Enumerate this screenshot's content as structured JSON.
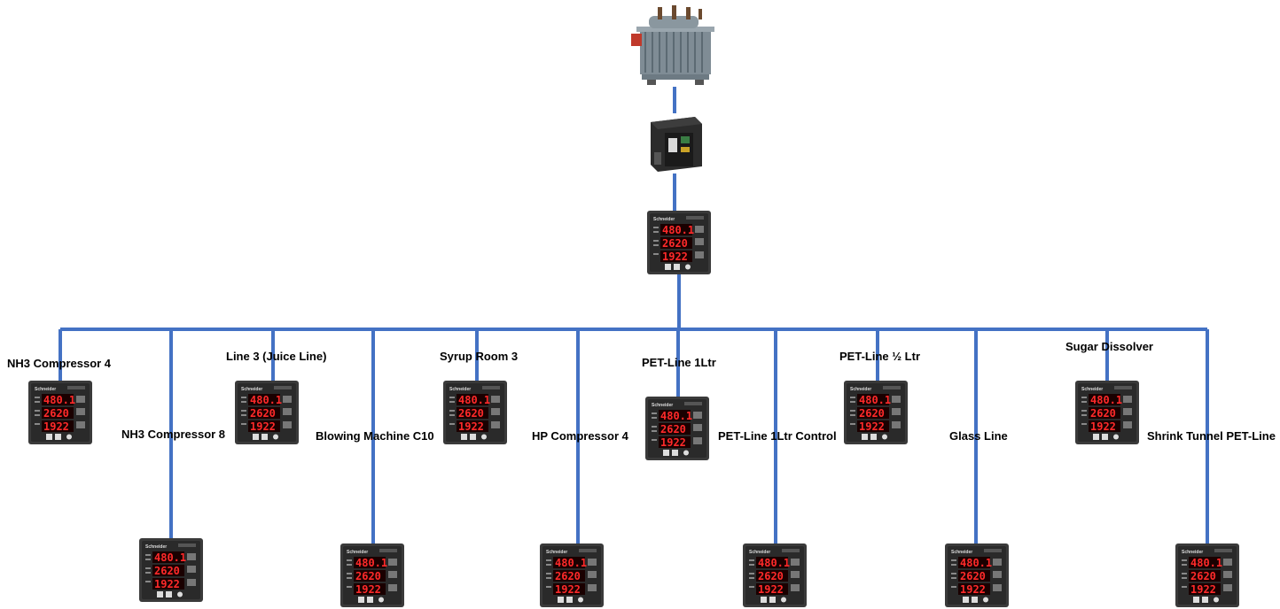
{
  "diagram": {
    "line_color": "#4472c4",
    "meter_readings": [
      "480.1",
      "2620",
      "1922"
    ],
    "meter_brand": "Schneider",
    "top_devices": [
      {
        "name": "transformer-icon"
      },
      {
        "name": "circuit-breaker-icon"
      },
      {
        "name": "main-power-meter-icon"
      }
    ],
    "feeders": [
      {
        "label": "NH3 Compressor 4"
      },
      {
        "label": "NH3 Compressor 8"
      },
      {
        "label": "Line 3 (Juice Line)"
      },
      {
        "label": "Blowing Machine C10"
      },
      {
        "label": "Syrup Room 3"
      },
      {
        "label": "HP Compressor 4"
      },
      {
        "label": "PET-Line 1Ltr"
      },
      {
        "label": "PET-Line 1Ltr Control"
      },
      {
        "label": "PET-Line ½ Ltr"
      },
      {
        "label": "Glass Line"
      },
      {
        "label": "Sugar Dissolver"
      },
      {
        "label": "Shrink Tunnel PET-Line"
      }
    ]
  }
}
